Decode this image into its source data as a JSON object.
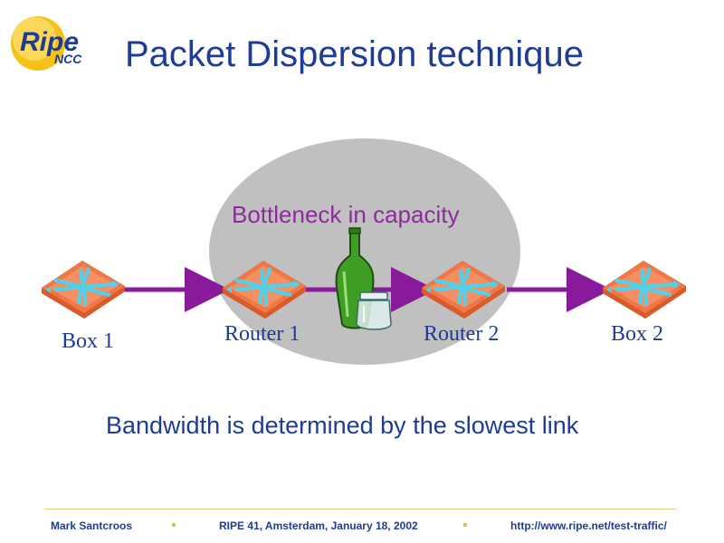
{
  "logo": {
    "text_top": "Ripe",
    "text_bottom": "NCC"
  },
  "slide": {
    "title": "Packet Dispersion technique",
    "bottleneck_label": "Bottleneck in capacity",
    "statement": "Bandwidth is determined by the slowest link"
  },
  "nodes": [
    {
      "label": "Box 1"
    },
    {
      "label": "Router 1"
    },
    {
      "label": "Router 2"
    },
    {
      "label": "Box 2"
    }
  ],
  "colors": {
    "title": "#1f3c95",
    "link_arrow": "#8a1a9c",
    "bottleneck_ellipse": "#c0c0c0",
    "router_body": "#f07846",
    "router_arrows": "#4fd2ee",
    "bottle": "#3f9f25"
  },
  "footer": {
    "author": "Mark Santcroos",
    "event": "RIPE 41, Amsterdam, January 18, 2002",
    "url": "http://www.ripe.net/test-traffic/"
  }
}
